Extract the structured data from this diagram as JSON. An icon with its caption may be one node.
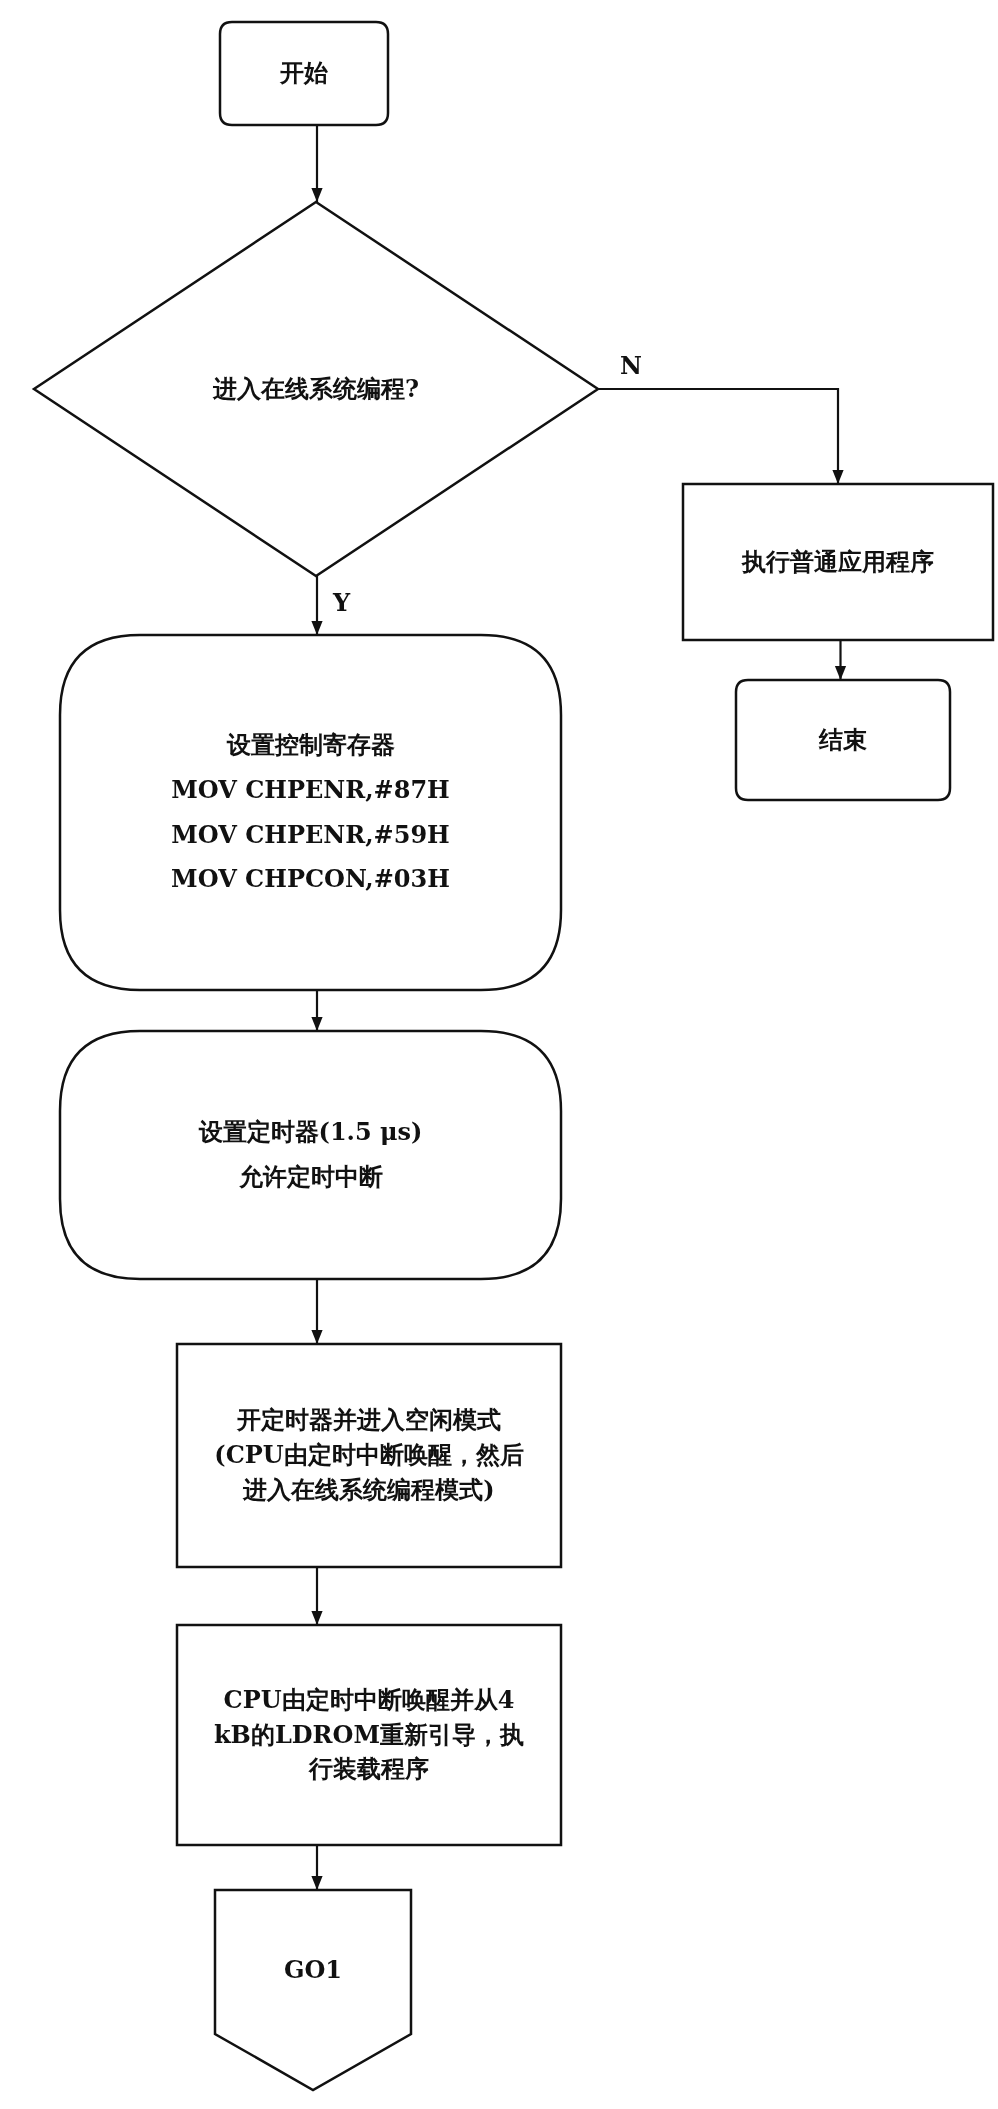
{
  "diagram": {
    "nodes": [
      {
        "text": [
          "开始"
        ]
      },
      {
        "text": [
          "进入在线系统编程?"
        ]
      },
      {
        "text": [
          "执行普通应用程序"
        ]
      },
      {
        "text": [
          "结束"
        ]
      },
      {
        "text": [
          "设置控制寄存器",
          "MOV CHPENR,#87H",
          "MOV CHPENR,#59H",
          "MOV CHPCON,#03H"
        ]
      },
      {
        "text": [
          "设置定时器(1.5 μs)",
          "允许定时中断"
        ]
      },
      {
        "text": [
          "开定时器并进入空闲模式(CPU由定时中断唤醒，然后进入在线系统编程模式)"
        ]
      },
      {
        "text": [
          "CPU由定时中断唤醒并从4 kB的LDROM重新引导，执行装载程序"
        ]
      },
      {
        "text": [
          "GO1"
        ]
      }
    ],
    "edges": [
      {
        "from": 0,
        "to": 1,
        "arrow": "to"
      },
      {
        "from": 1,
        "to": 2,
        "arrow": "to",
        "label": "N"
      },
      {
        "from": 1,
        "to": 4,
        "arrow": "to",
        "label": "Y"
      },
      {
        "from": 2,
        "to": 3,
        "arrow": "to"
      },
      {
        "from": 4,
        "to": 5,
        "arrow": "to"
      },
      {
        "from": 5,
        "to": 6,
        "arrow": "to"
      },
      {
        "from": 6,
        "to": 7,
        "arrow": "to"
      },
      {
        "from": 7,
        "to": 8,
        "arrow": "to"
      }
    ]
  }
}
